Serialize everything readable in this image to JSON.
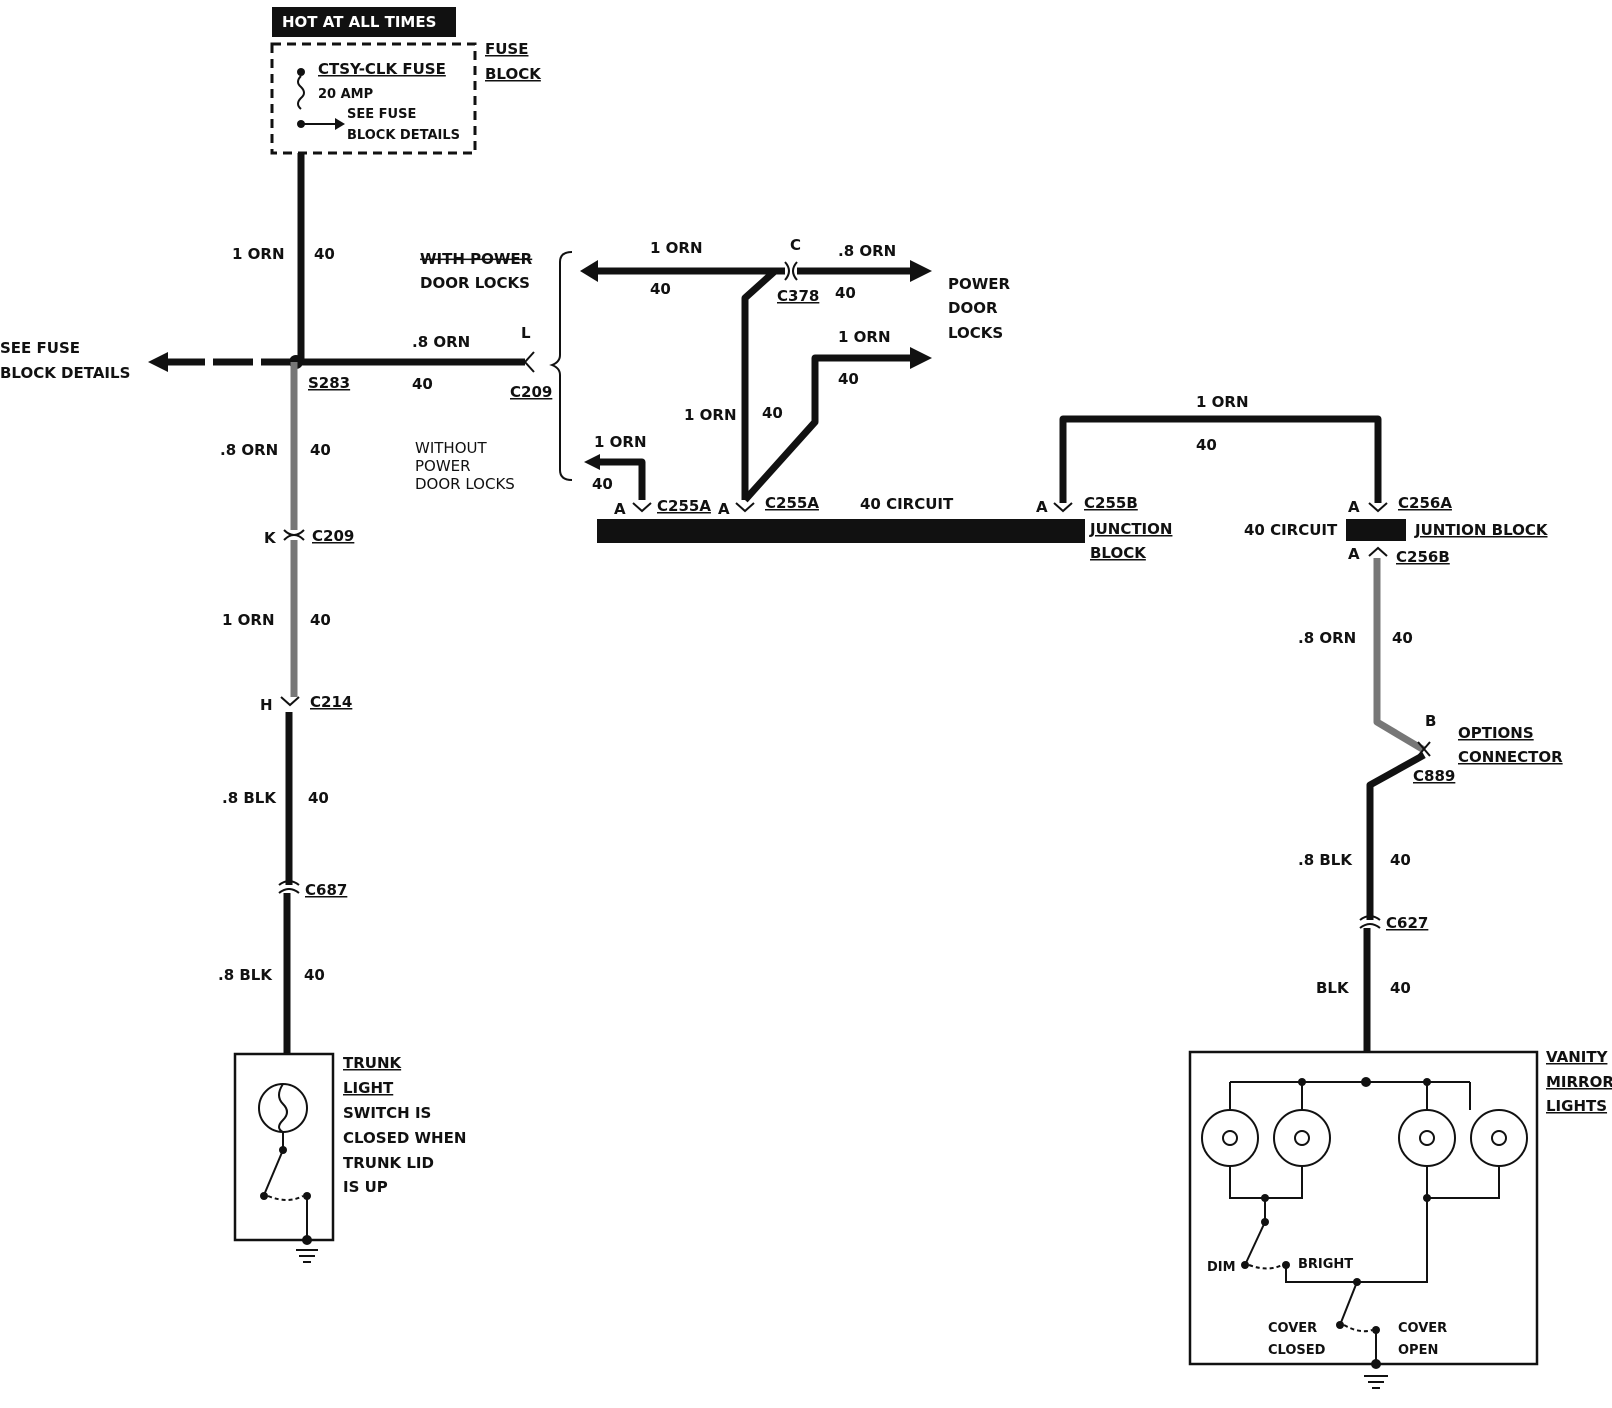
{
  "header": {
    "hot_label": "HOT AT ALL TIMES"
  },
  "fuse": {
    "name": "CTSY-CLK FUSE",
    "rating": "20 AMP",
    "details_1": "SEE FUSE",
    "details_2": "BLOCK DETAILS",
    "block_1": "FUSE",
    "block_2": "BLOCK"
  },
  "left_branch": {
    "line_1": "SEE FUSE",
    "line_2": "BLOCK DETAILS"
  },
  "wires": {
    "orn_1": "1 ORN",
    "orn_08": ".8 ORN",
    "blk_08": ".8 BLK",
    "blk": "BLK",
    "circuit": "40"
  },
  "splices": {
    "s283": "S283"
  },
  "connectors": {
    "c209": "C209",
    "c209_pin_k": "K",
    "c209_pin_l": "L",
    "c214": "C214",
    "c214_pin": "H",
    "c687": "C687",
    "c378": "C378",
    "c378_pin": "C",
    "c255a": "C255A",
    "c255b": "C255B",
    "c256a": "C256A",
    "c256b": "C256B",
    "pin_a": "A",
    "c889": "C889",
    "c889_pin": "B",
    "c627": "C627"
  },
  "power_locks": {
    "with_1": "WITH POWER",
    "with_2": "DOOR LOCKS",
    "without_1": "WITHOUT",
    "without_2": "POWER",
    "without_3": "DOOR LOCKS",
    "dest_1": "POWER",
    "dest_2": "DOOR",
    "dest_3": "LOCKS"
  },
  "junction": {
    "circuit_label": "40 CIRCUIT",
    "block_1": "JUNCTION",
    "block_2": "BLOCK",
    "right_label": "JUNTION BLOCK"
  },
  "options": {
    "line_1": "OPTIONS",
    "line_2": "CONNECTOR"
  },
  "trunk": {
    "t1": "TRUNK",
    "t2": "LIGHT",
    "t3": "SWITCH IS",
    "t4": "CLOSED WHEN",
    "t5": "TRUNK LID",
    "t6": "IS UP"
  },
  "vanity": {
    "v1": "VANITY",
    "v2": "MIRROR",
    "v3": "LIGHTS",
    "dim": "DIM",
    "bright": "BRIGHT",
    "cover_closed_1": "COVER",
    "cover_closed_2": "CLOSED",
    "cover_open_1": "COVER",
    "cover_open_2": "OPEN"
  }
}
